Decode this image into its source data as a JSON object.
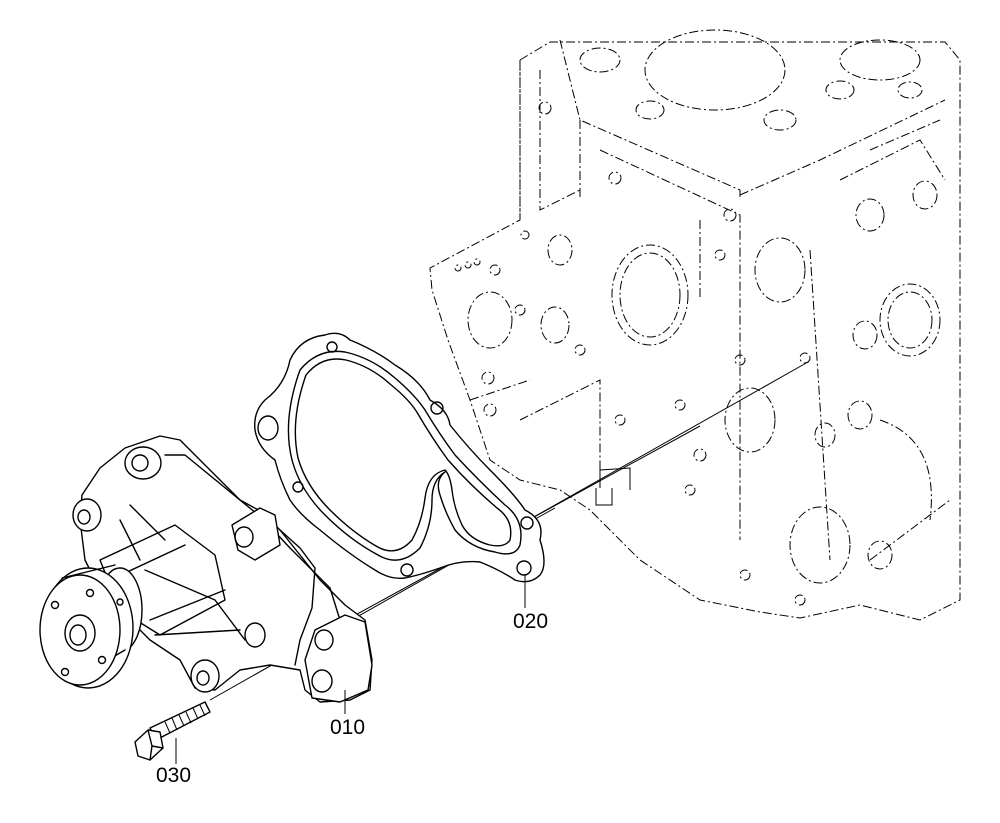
{
  "callouts": {
    "water_pump": "010",
    "gasket": "020",
    "bolt": "030"
  }
}
